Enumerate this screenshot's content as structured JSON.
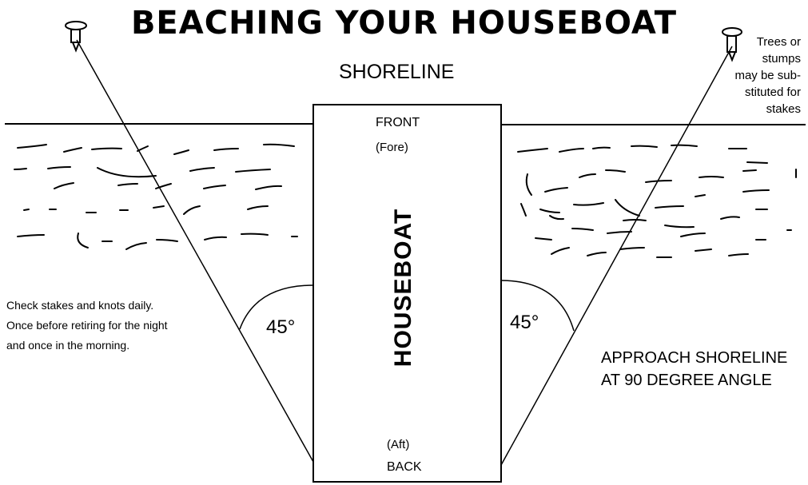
{
  "title": "BEACHING YOUR HOUSEBOAT",
  "shoreline_label": "SHORELINE",
  "boat": {
    "front": "FRONT",
    "fore": "(Fore)",
    "name": "HOUSEBOAT",
    "aft": "(Aft)",
    "back": "BACK"
  },
  "angles": {
    "left": "45°",
    "right": "45°"
  },
  "notes": {
    "trees": "Trees or stumps may be sub-stituted for stakes",
    "trees_lines": [
      "Trees or",
      "stumps",
      "may be sub-",
      "stituted for",
      "stakes"
    ],
    "check_lines": [
      "Check stakes and knots daily.",
      "Once before retiring for the night",
      "and once in the morning."
    ],
    "approach_lines": [
      "APPROACH SHORELINE",
      "AT 90 DEGREE ANGLE"
    ]
  },
  "icons": {
    "left_stake": "stake-icon",
    "right_stake": "stake-icon"
  },
  "colors": {
    "ink": "#000000",
    "background": "#ffffff"
  }
}
